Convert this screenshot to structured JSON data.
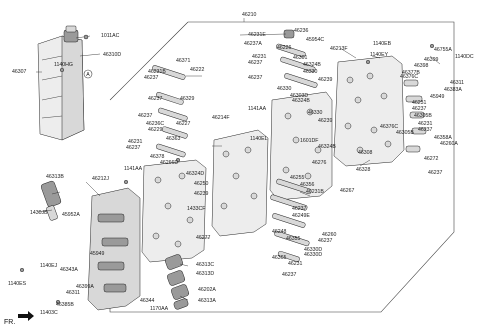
{
  "diagram": {
    "fr_marker": "FR.",
    "callout_a": "A",
    "labels": [
      {
        "id": "46210",
        "text": "46210"
      },
      {
        "id": "1011AC",
        "text": "1011AC"
      },
      {
        "id": "46310D",
        "text": "46310D"
      },
      {
        "id": "46307",
        "text": "46307"
      },
      {
        "id": "1140HG",
        "text": "1140HG"
      },
      {
        "id": "46236",
        "text": "46236"
      },
      {
        "id": "46231E",
        "text": "46231E"
      },
      {
        "id": "45954C",
        "text": "45954C"
      },
      {
        "id": "46237A",
        "text": "46237A"
      },
      {
        "id": "46226",
        "text": "46226"
      },
      {
        "id": "46213F",
        "text": "46213F"
      },
      {
        "id": "1140EB",
        "text": "1140EB"
      },
      {
        "id": "46755A",
        "text": "46755A"
      },
      {
        "id": "46231a",
        "text": "46231"
      },
      {
        "id": "46237a",
        "text": "46237"
      },
      {
        "id": "46301",
        "text": "46301"
      },
      {
        "id": "46324B",
        "text": "46324B"
      },
      {
        "id": "1140EY",
        "text": "1140EY"
      },
      {
        "id": "1140DC",
        "text": "1140DC"
      },
      {
        "id": "46330a",
        "text": "46330"
      },
      {
        "id": "46239a",
        "text": "46239"
      },
      {
        "id": "46371",
        "text": "46371"
      },
      {
        "id": "46231B",
        "text": "46231B"
      },
      {
        "id": "46222",
        "text": "46222"
      },
      {
        "id": "46237b",
        "text": "46237"
      },
      {
        "id": "46376C",
        "text": "46376C"
      },
      {
        "id": "46398",
        "text": "46398"
      },
      {
        "id": "46399",
        "text": "46399"
      },
      {
        "id": "46311",
        "text": "46311"
      },
      {
        "id": "46383A",
        "text": "46383A"
      },
      {
        "id": "46237c",
        "text": "46237"
      },
      {
        "id": "46330b",
        "text": "46330"
      },
      {
        "id": "46303D",
        "text": "46303D"
      },
      {
        "id": "46324Ba",
        "text": "46324B"
      },
      {
        "id": "46377B",
        "text": "46377B"
      },
      {
        "id": "45949a",
        "text": "45949"
      },
      {
        "id": "1141AA",
        "text": "1141AA"
      },
      {
        "id": "46237d",
        "text": "46237"
      },
      {
        "id": "46329",
        "text": "46329"
      },
      {
        "id": "46305B",
        "text": "46305B"
      },
      {
        "id": "46231b",
        "text": "46231"
      },
      {
        "id": "46237e",
        "text": "46237"
      },
      {
        "id": "46214F",
        "text": "46214F"
      },
      {
        "id": "46330c",
        "text": "46330"
      },
      {
        "id": "46239b",
        "text": "46239"
      },
      {
        "id": "46237f",
        "text": "46237"
      },
      {
        "id": "46236C",
        "text": "46236C"
      },
      {
        "id": "46227",
        "text": "46227"
      },
      {
        "id": "46229",
        "text": "46229"
      },
      {
        "id": "46363",
        "text": "46363"
      },
      {
        "id": "1140EL",
        "text": "1140EL"
      },
      {
        "id": "1601DF",
        "text": "1601DF"
      },
      {
        "id": "46376C2",
        "text": "46376C"
      },
      {
        "id": "46231c",
        "text": "46231"
      },
      {
        "id": "46237g",
        "text": "46237"
      },
      {
        "id": "46305B2",
        "text": "46305B"
      },
      {
        "id": "46231d",
        "text": "46231"
      },
      {
        "id": "46237h",
        "text": "46237"
      },
      {
        "id": "46378",
        "text": "46378"
      },
      {
        "id": "46324Bb",
        "text": "46324B"
      },
      {
        "id": "46358A",
        "text": "46358A"
      },
      {
        "id": "46260A",
        "text": "46260A"
      },
      {
        "id": "46266D",
        "text": "46266D"
      },
      {
        "id": "46276",
        "text": "46276"
      },
      {
        "id": "46308",
        "text": "46308"
      },
      {
        "id": "46272",
        "text": "46272"
      },
      {
        "id": "46328",
        "text": "46328"
      },
      {
        "id": "46237i",
        "text": "46237"
      },
      {
        "id": "1141AAb",
        "text": "1141AA"
      },
      {
        "id": "46324D",
        "text": "46324D"
      },
      {
        "id": "46239c",
        "text": "46239"
      },
      {
        "id": "46255",
        "text": "46255"
      },
      {
        "id": "46356",
        "text": "46356"
      },
      {
        "id": "46267",
        "text": "46267"
      },
      {
        "id": "46313B",
        "text": "46313B"
      },
      {
        "id": "46212J",
        "text": "46212J"
      },
      {
        "id": "46231Bb",
        "text": "46231B"
      },
      {
        "id": "1433CF",
        "text": "1433CF"
      },
      {
        "id": "46250",
        "text": "46250"
      },
      {
        "id": "46237j",
        "text": "46237"
      },
      {
        "id": "1430JB",
        "text": "1430JB"
      },
      {
        "id": "45952A",
        "text": "45952A"
      },
      {
        "id": "46249E",
        "text": "46249E"
      },
      {
        "id": "46248",
        "text": "46248"
      },
      {
        "id": "46260",
        "text": "46260"
      },
      {
        "id": "46355",
        "text": "46355"
      },
      {
        "id": "46237k",
        "text": "46237"
      },
      {
        "id": "46330D",
        "text": "46330D"
      },
      {
        "id": "46277",
        "text": "46277"
      },
      {
        "id": "46330Da",
        "text": "46330D"
      },
      {
        "id": "46365",
        "text": "46365"
      },
      {
        "id": "46231e",
        "text": "46231"
      },
      {
        "id": "1140EJ",
        "text": "1140EJ"
      },
      {
        "id": "46343A",
        "text": "46343A"
      },
      {
        "id": "45949b",
        "text": "45949"
      },
      {
        "id": "46313C",
        "text": "46313C"
      },
      {
        "id": "46313D",
        "text": "46313D"
      },
      {
        "id": "46237l",
        "text": "46237"
      },
      {
        "id": "1140ES",
        "text": "1140ES"
      },
      {
        "id": "46399A",
        "text": "46399A"
      },
      {
        "id": "46311b",
        "text": "46311"
      },
      {
        "id": "46202A",
        "text": "46202A"
      },
      {
        "id": "46385B",
        "text": "46385B"
      },
      {
        "id": "46344",
        "text": "46344"
      },
      {
        "id": "46313A",
        "text": "46313A"
      },
      {
        "id": "11403C",
        "text": "11403C"
      },
      {
        "id": "1170AA",
        "text": "1170AA"
      }
    ]
  }
}
